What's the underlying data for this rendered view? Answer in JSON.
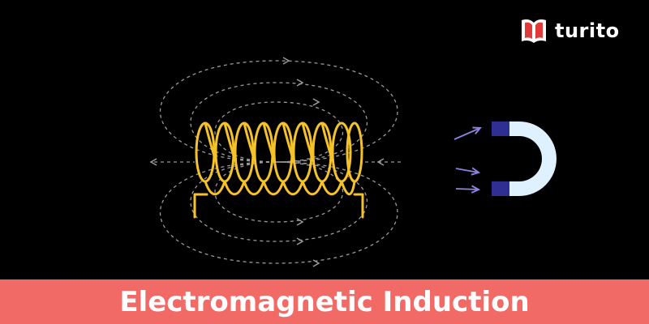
{
  "brand": {
    "name": "turito",
    "logo_icon": "book-icon"
  },
  "banner": {
    "title": "Electromagnetic Induction"
  },
  "illustration": {
    "coil_icon": "coil-icon",
    "magnet_icon": "horseshoe-magnet-icon",
    "field_lines_icon": "magnetic-field-lines",
    "motion_arrows_icon": "motion-arrows"
  },
  "colors": {
    "background": "#000000",
    "coil": "#f5c22a",
    "field_lines": "#9a9a9a",
    "magnet_pole": "#2f2f91",
    "magnet_body": "#dff0ff",
    "motion_arrows": "#8a84e0",
    "banner": "#f26a66",
    "logo_red": "#e03a3a",
    "text": "#ffffff"
  }
}
